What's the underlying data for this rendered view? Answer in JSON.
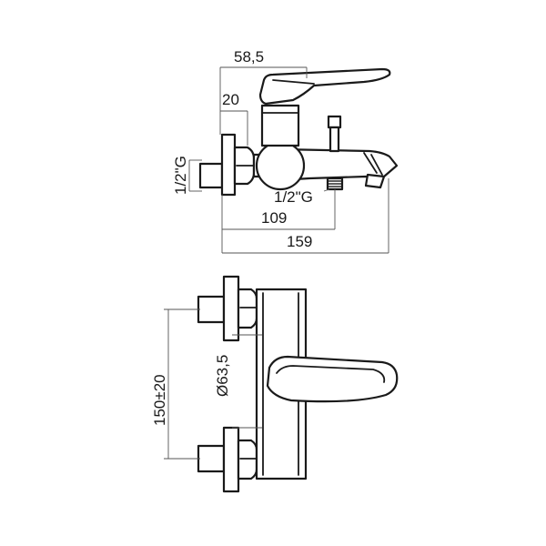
{
  "side_view": {
    "dim_width": "58,5",
    "dim_height": "20",
    "thread_inlet": "1/2\"G",
    "thread_outlet": "1/2\"G",
    "dim_outlet": "109",
    "dim_overall": "159"
  },
  "front_view": {
    "dim_spacing": "150±20",
    "dim_diameter": "Ø63,5"
  }
}
